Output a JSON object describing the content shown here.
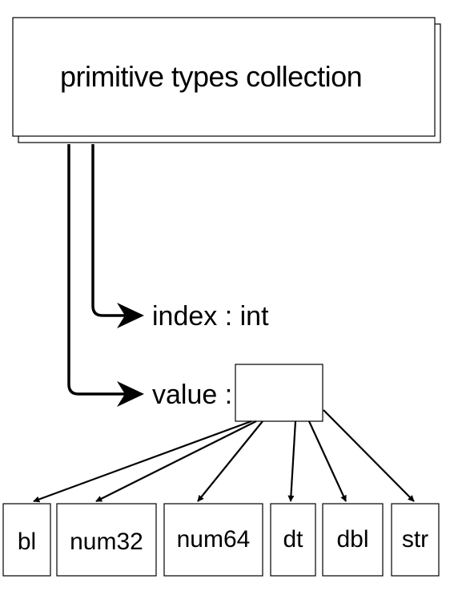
{
  "collection": {
    "title": "primitive types collection"
  },
  "fields": {
    "index_label": "index : int",
    "value_label": "value :"
  },
  "types": [
    {
      "label": "bl"
    },
    {
      "label": "num32"
    },
    {
      "label": "num64"
    },
    {
      "label": "dt"
    },
    {
      "label": "dbl"
    },
    {
      "label": "str"
    }
  ]
}
